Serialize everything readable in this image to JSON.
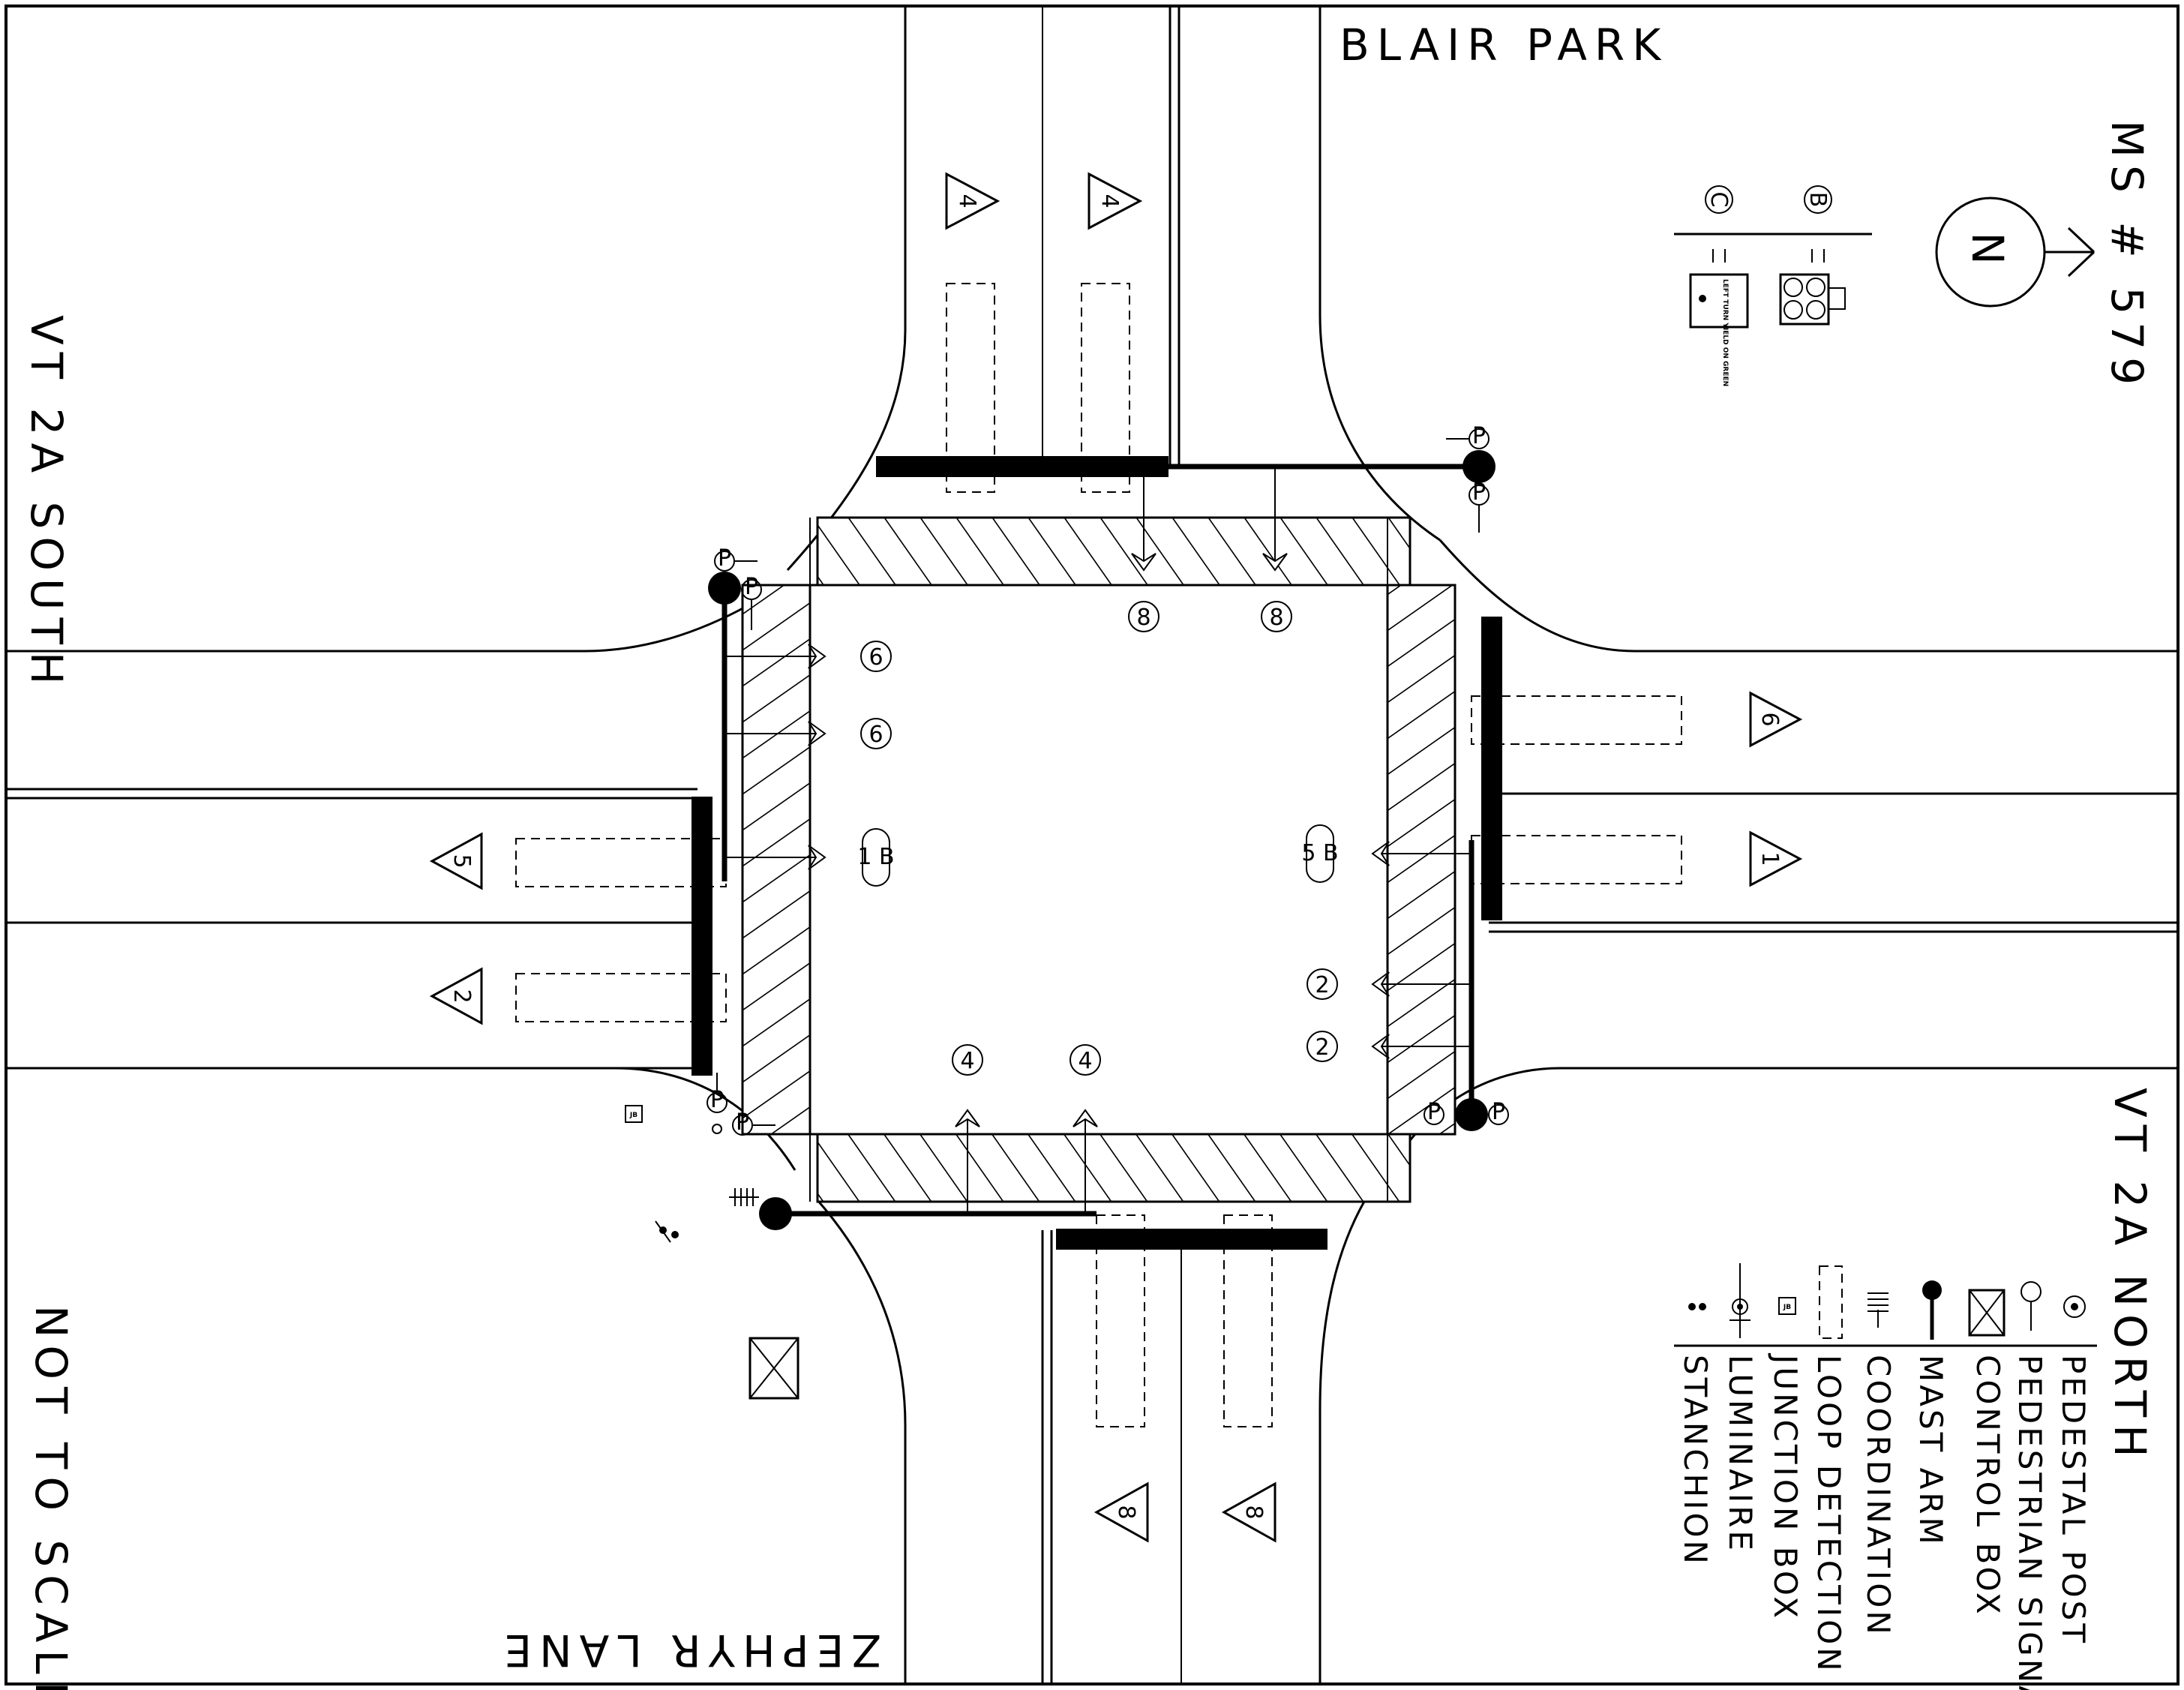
{
  "streets": {
    "north": "BLAIR PARK",
    "west": "VT 2A SOUTH",
    "east": "VT 2A NORTH",
    "south": "ZEPHYR LANE"
  },
  "map_id": "MS # 579",
  "scale_note": "NOT TO SCALE",
  "north_arrow": {
    "letter": "N"
  },
  "signal_heads": [
    {
      "id": "C",
      "caption": "LEFT TURN YIELD ON GREEN"
    },
    {
      "id": "B",
      "caption": ""
    }
  ],
  "phase_markers": {
    "north_approach": [
      "4",
      "4"
    ],
    "east_approach": [
      "6",
      "1"
    ],
    "west_approach": [
      "5",
      "2"
    ],
    "south_approach": [
      "8",
      "8"
    ]
  },
  "signal_labels": {
    "north": [
      "8",
      "8"
    ],
    "west": [
      "6",
      "6",
      "1 B"
    ],
    "east": [
      "5 B",
      "2",
      "2"
    ],
    "south": [
      "4",
      "4"
    ]
  },
  "pedestrian_symbol": "P",
  "junction_box_symbol": "JB",
  "legend": [
    {
      "icon": "pedestal-post-icon",
      "label": "PEDESTAL POST"
    },
    {
      "icon": "pedestrian-signal-icon",
      "label": "PEDESTRIAN SIGNAL"
    },
    {
      "icon": "control-box-icon",
      "label": "CONTROL BOX"
    },
    {
      "icon": "mast-arm-icon",
      "label": "MAST ARM"
    },
    {
      "icon": "coordination-icon",
      "label": "COORDINATION"
    },
    {
      "icon": "loop-detection-icon",
      "label": "LOOP DETECTION"
    },
    {
      "icon": "junction-box-icon",
      "label": "JUNCTION BOX"
    },
    {
      "icon": "luminaire-icon",
      "label": "LUMINAIRE"
    },
    {
      "icon": "stanchion-icon",
      "label": "STANCHION"
    }
  ]
}
